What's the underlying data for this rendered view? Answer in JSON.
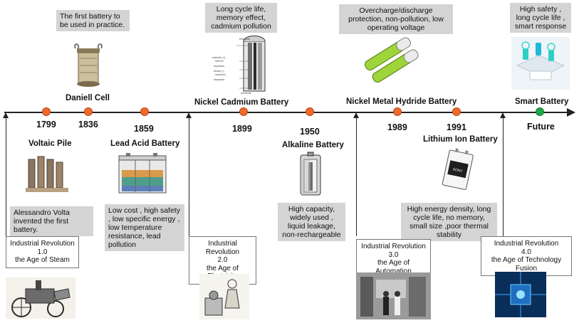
{
  "timeline": {
    "future_label": "Future",
    "years": [
      "1799",
      "1836",
      "1859",
      "1899",
      "1950",
      "1989",
      "1991"
    ]
  },
  "batteries": {
    "daniell": {
      "name": "Daniell Cell",
      "note": "The first battery to be used in practice."
    },
    "voltaic": {
      "name": "Voltaic Pile",
      "note": "Alessandro Volta invented the first battery."
    },
    "lead_acid": {
      "name": "Lead Acid Battery",
      "note": "Low cost , high safety , low specific energy , low temperature resistance, lead pollution"
    },
    "nicd": {
      "name": "Nickel Cadmium Battery",
      "note": "Long cycle life, memory effect, cadmium pollution"
    },
    "alkaline": {
      "name": "Alkaline Battery",
      "note": "High capacity, widely used , liquid leakage, non-rechargeable"
    },
    "nimh": {
      "name": "Nickel Metal Hydride Battery",
      "note": "Overcharge/discharge protection, non-pollution, low operating voltage"
    },
    "li_ion": {
      "name": "Lithium Ion Battery",
      "note": "High energy density, long cycle life, no memory, small size ,poor thermal stability"
    },
    "smart": {
      "name": "Smart Battery",
      "note": "High safety , long cycle life , smart response"
    }
  },
  "revolutions": [
    {
      "line1": "Industrial Revolution",
      "line2": "1.0",
      "line3": "the Age of Steam"
    },
    {
      "line1": "Industrial Revolution",
      "line2": "2.0",
      "line3": "the Age of Electricity"
    },
    {
      "line1": "Industrial Revolution",
      "line2": "3.0",
      "line3": "the Age of Automation"
    },
    {
      "line1": "Industrial Revolution",
      "line2": "4.0",
      "line3": "the Age of Technology Fusion"
    }
  ],
  "diagram_labels": {
    "nicd_cross_section": [
      "electrode",
      "cathode (+)",
      "NiOOH",
      "separator",
      "anode (-)",
      "cadmium",
      "separator",
      "electrode"
    ],
    "li_ion_brand": "SONY"
  },
  "colors": {
    "milestone_dot": "#ef6a2a",
    "future_dot": "#1ea84a",
    "note_box": "#d4d4d4",
    "axis": "#222222"
  }
}
